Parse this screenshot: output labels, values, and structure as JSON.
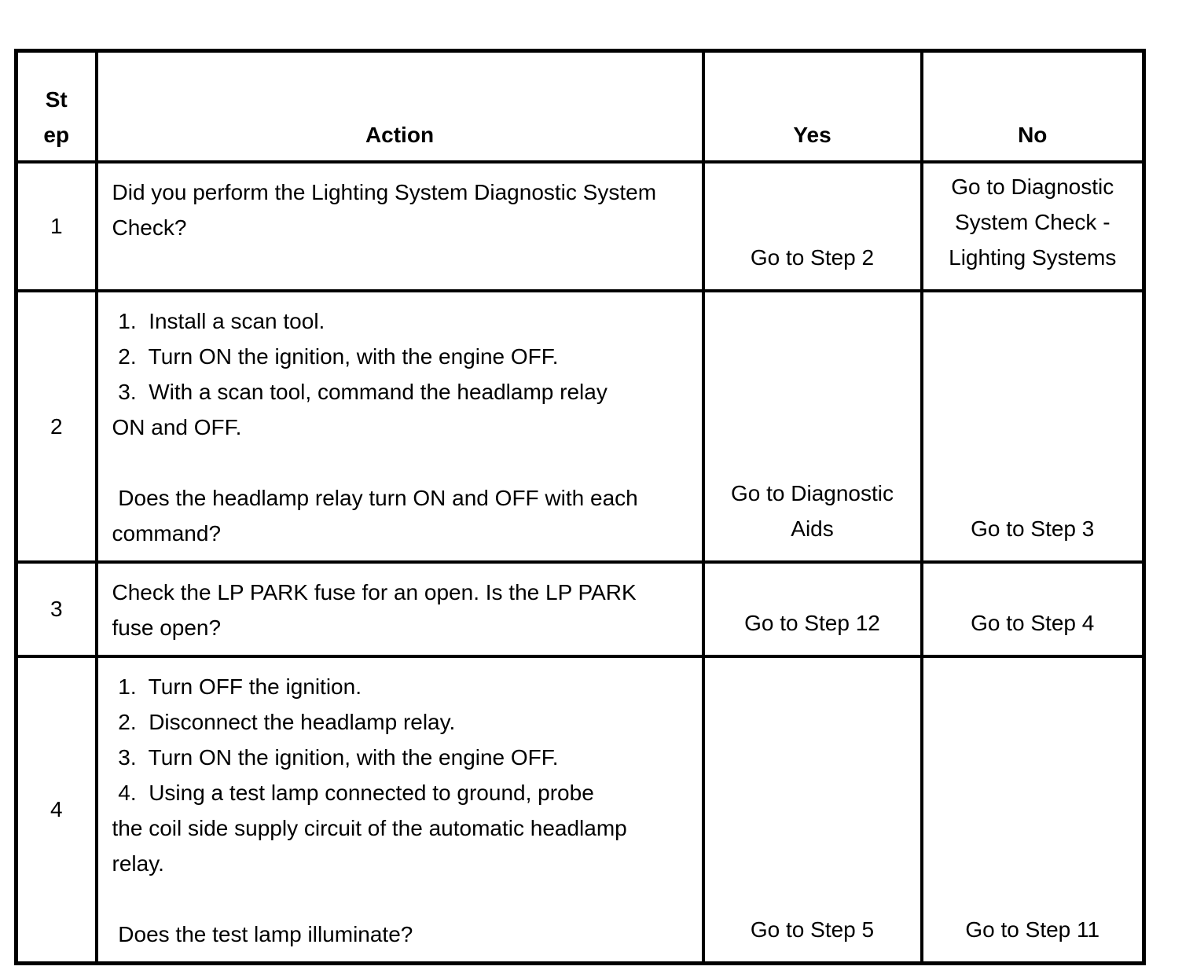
{
  "page": {
    "background_color": "#ffffff",
    "text_color": "#000000",
    "border_color": "#000000"
  },
  "table": {
    "header": {
      "step": [
        "St",
        "ep"
      ],
      "action": [
        "Action"
      ],
      "yes": [
        "Yes"
      ],
      "no": [
        "No"
      ]
    },
    "rows": [
      {
        "step": [
          "1"
        ],
        "action": [
          "Did you perform the Lighting System Diagnostic System",
          "Check?"
        ],
        "yes": [
          "Go to Step 2"
        ],
        "no": [
          "Go to Diagnostic",
          "System Check -",
          "Lighting Systems"
        ]
      },
      {
        "step": [
          "2"
        ],
        "action": [
          " 1.  Install a scan tool.",
          " 2.  Turn ON the ignition, with the engine OFF.",
          " 3.  With a scan tool, command the headlamp relay",
          "ON and OFF.",
          "",
          " Does the headlamp relay turn ON and OFF with each",
          "command?"
        ],
        "yes": [
          "Go to Diagnostic",
          "Aids"
        ],
        "no": [
          "Go to Step 3"
        ]
      },
      {
        "step": [
          "3"
        ],
        "action": [
          "Check the LP PARK fuse for an open. Is the LP PARK",
          "fuse open?"
        ],
        "yes": [
          "Go to Step 12"
        ],
        "no": [
          "Go to Step 4"
        ]
      },
      {
        "step": [
          "4"
        ],
        "action": [
          " 1.  Turn OFF the ignition.",
          " 2.  Disconnect the headlamp relay.",
          " 3.  Turn ON the ignition, with the engine OFF.",
          " 4.  Using a test lamp connected to ground, probe",
          "the coil side supply circuit of the automatic headlamp",
          "relay.",
          "",
          " Does the test lamp illuminate?"
        ],
        "yes": [
          "Go to Step 5"
        ],
        "no": [
          "Go to Step 11"
        ]
      }
    ]
  }
}
